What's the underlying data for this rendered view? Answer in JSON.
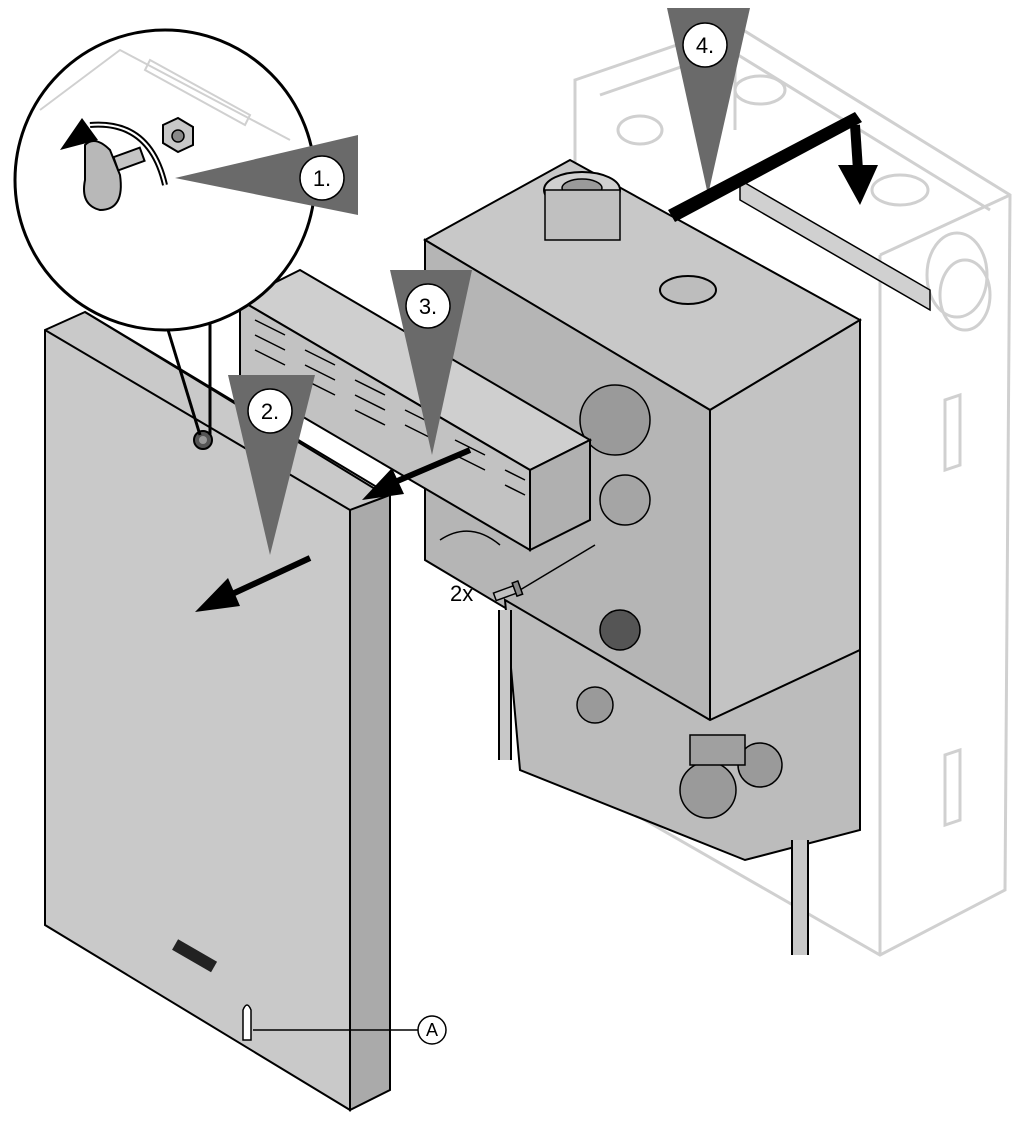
{
  "steps": [
    {
      "number": "1."
    },
    {
      "number": "2."
    },
    {
      "number": "3."
    },
    {
      "number": "4."
    }
  ],
  "screw_count": "2x",
  "callout_a": "A",
  "colors": {
    "panel": "#c8c8c8",
    "panel_dark": "#a8a8a8",
    "arrow_gray": "#6a6a6a",
    "outline": "#000000",
    "wall_box": "#d8d8d8"
  },
  "icons": [
    "rotate-arrow-icon",
    "key-icon",
    "lock-nut-icon",
    "screw-icon",
    "push-arrow-icon"
  ]
}
